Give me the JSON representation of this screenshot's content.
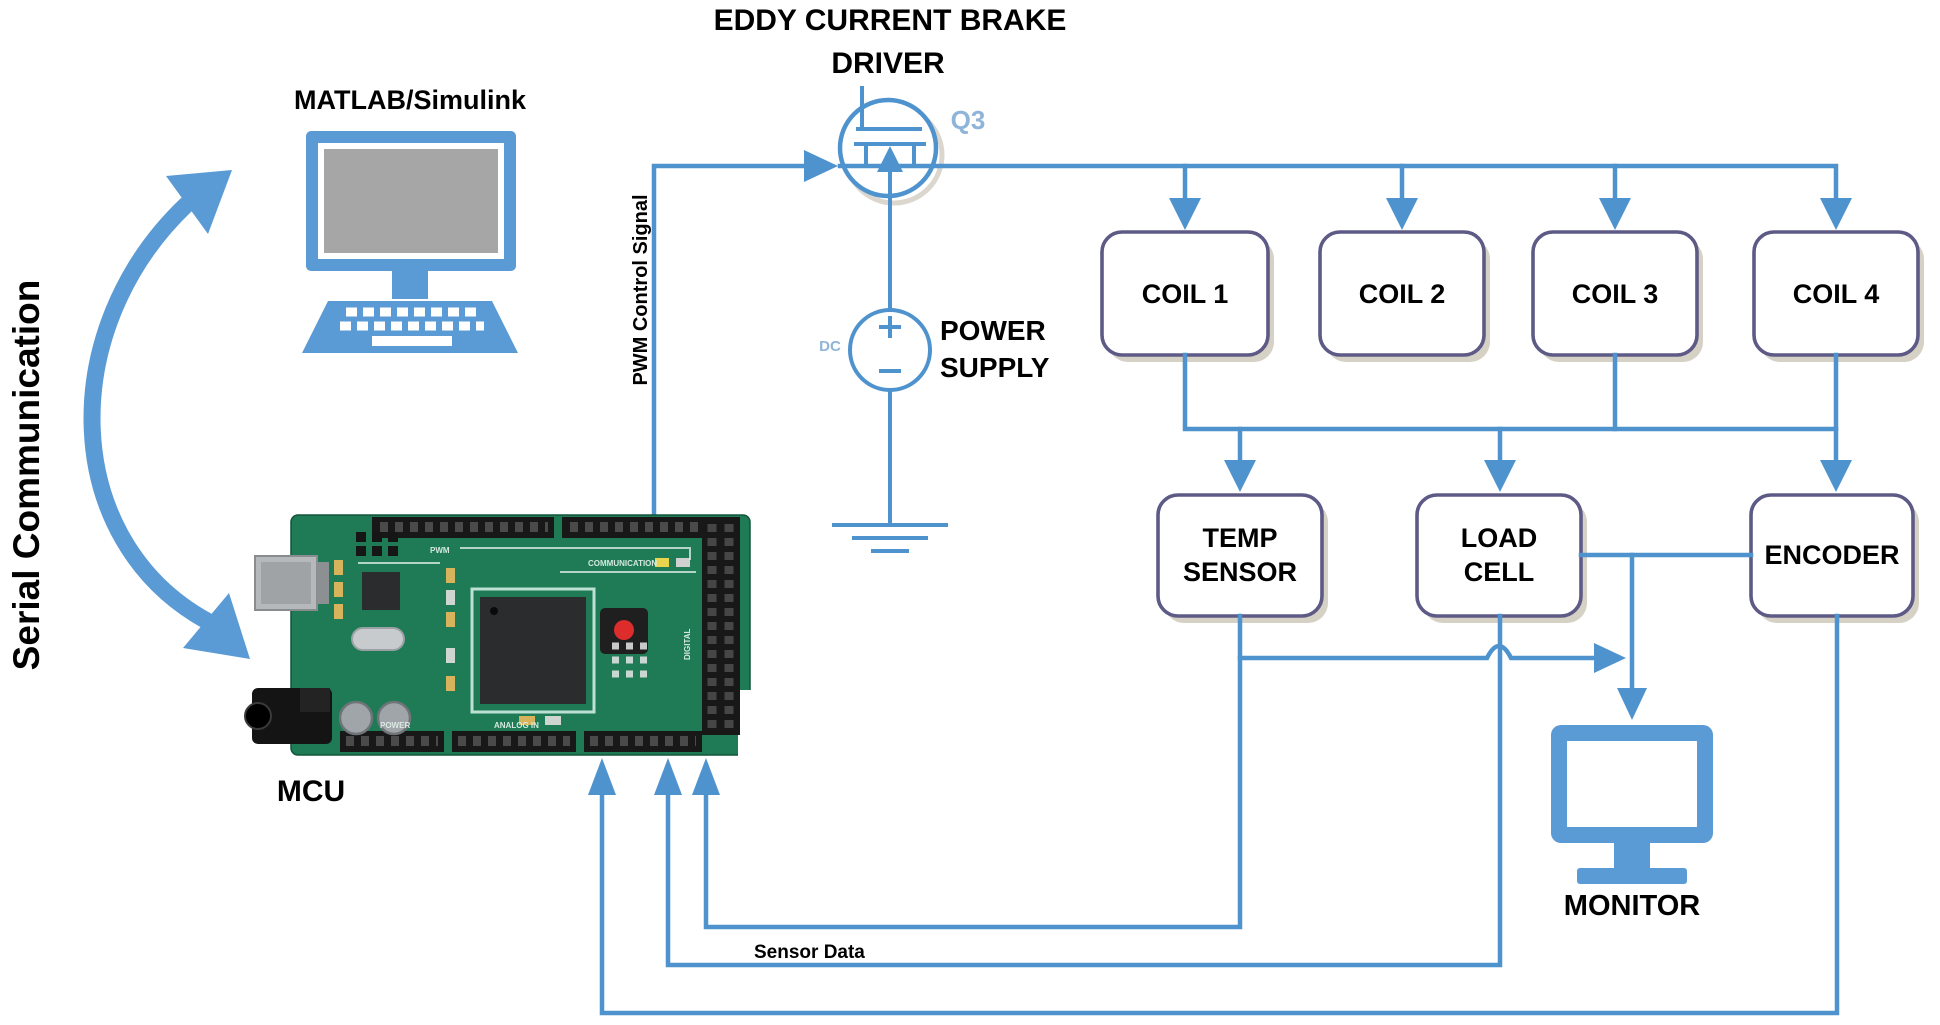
{
  "header": {
    "title_line1": "EDDY CURRENT BRAKE",
    "title_line2": "DRIVER"
  },
  "left": {
    "app_label": "MATLAB/Simulink",
    "serial_label": "Serial Communication",
    "mcu_label": "MCU"
  },
  "driver": {
    "transistor_ref": "Q3",
    "supply_type": "DC",
    "supply_line1": "POWER",
    "supply_line2": "SUPPLY"
  },
  "signals": {
    "pwm": "PWM Control Signal",
    "sensor_data": "Sensor Data"
  },
  "coils": [
    "COIL 1",
    "COIL 2",
    "COIL 3",
    "COIL 4"
  ],
  "sensors": {
    "temp_line1": "TEMP",
    "temp_line2": "SENSOR",
    "load_line1": "LOAD",
    "load_line2": "CELL",
    "encoder": "ENCODER"
  },
  "output": {
    "monitor_label": "MONITOR"
  },
  "mcu_silk": {
    "pwm": "PWM",
    "communication": "COMMUNICATION",
    "power": "POWER",
    "analog": "ANALOG IN",
    "digital": "DIGITAL"
  },
  "colors": {
    "wire_blue": "#4f93ce",
    "icon_blue": "#5b9bd5",
    "box_border_purple": "#5e5a86",
    "box_fill": "#ffffff",
    "label_light_blue": "#8fb4d9",
    "board_green": "#1e7b56",
    "screen_gray": "#a6a6a6",
    "text_black": "#000000"
  }
}
